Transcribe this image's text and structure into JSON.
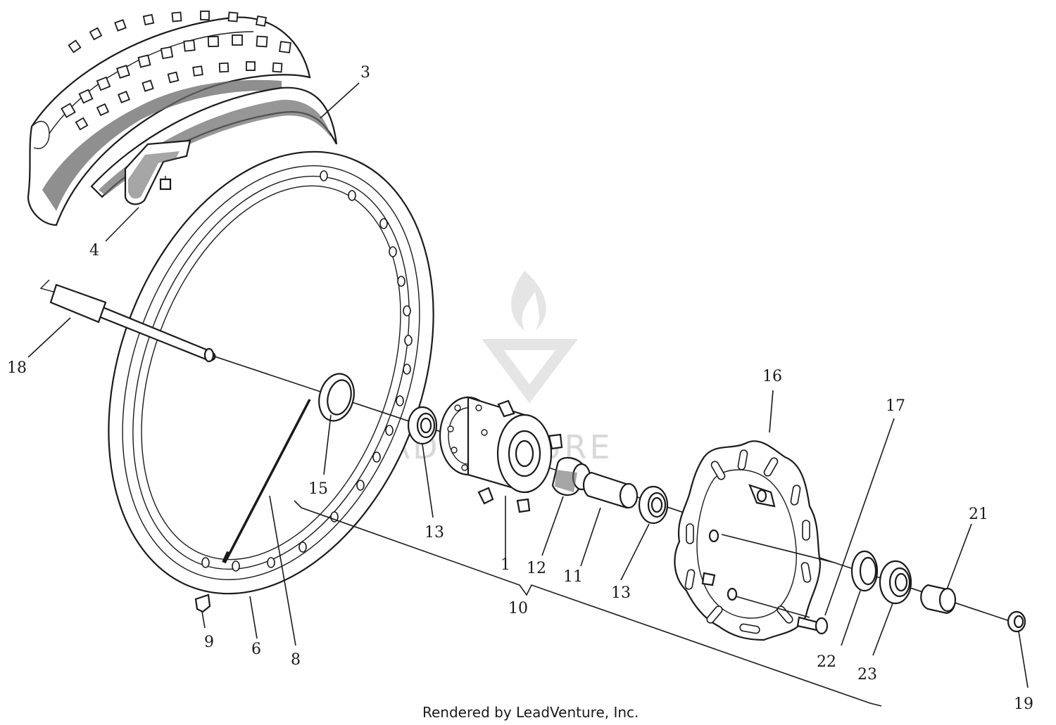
{
  "watermark": "LEADVENTURE",
  "footer": "Rendered by LeadVenture, Inc.",
  "callouts": {
    "c3": "3",
    "c4": "4",
    "c18": "18",
    "c15": "15",
    "c13a": "13",
    "c1": "1",
    "c12": "12",
    "c11": "11",
    "c13b": "13",
    "c16": "16",
    "c17": "17",
    "c21": "21",
    "c22": "22",
    "c23": "23",
    "c19": "19",
    "c10": "10",
    "c9": "9",
    "c6": "6",
    "c8": "8"
  }
}
